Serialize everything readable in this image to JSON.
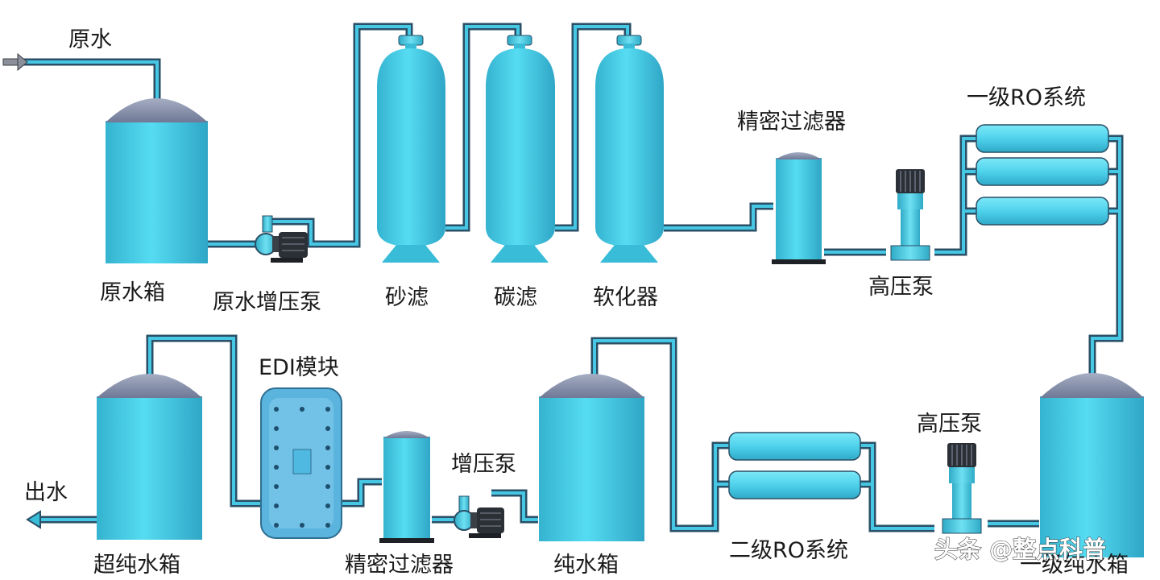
{
  "labels": {
    "raw_water": "原水",
    "raw_tank": "原水箱",
    "raw_pump": "原水增压泵",
    "sand_filter": "砂滤",
    "carbon_filter": "碳滤",
    "softener": "软化器",
    "precision_filter_top": "精密过滤器",
    "hp_pump_top": "高压泵",
    "ro1": "一级RO系统",
    "hp_pump_bottom": "高压泵",
    "ro1_tank": "一级纯水箱",
    "ro2": "二级RO系统",
    "pure_tank": "纯水箱",
    "boost_pump": "增压泵",
    "precision_filter_bottom": "精密过滤器",
    "edi": "EDI模块",
    "ultra_tank": "超纯水箱",
    "out_water": "出水"
  },
  "watermark": {
    "text": "头条 @整点科普"
  },
  "colors": {
    "tank": "#39bcd8",
    "dome": "#8590ab",
    "pipe_outline": "#2a4f66",
    "pipe_fill": "#46c7e4",
    "pump_dark": "#2b2f36",
    "text": "#1a1a1a"
  },
  "icons": {
    "inlet": "arrow-right-icon",
    "outlet": "arrow-left-icon"
  }
}
